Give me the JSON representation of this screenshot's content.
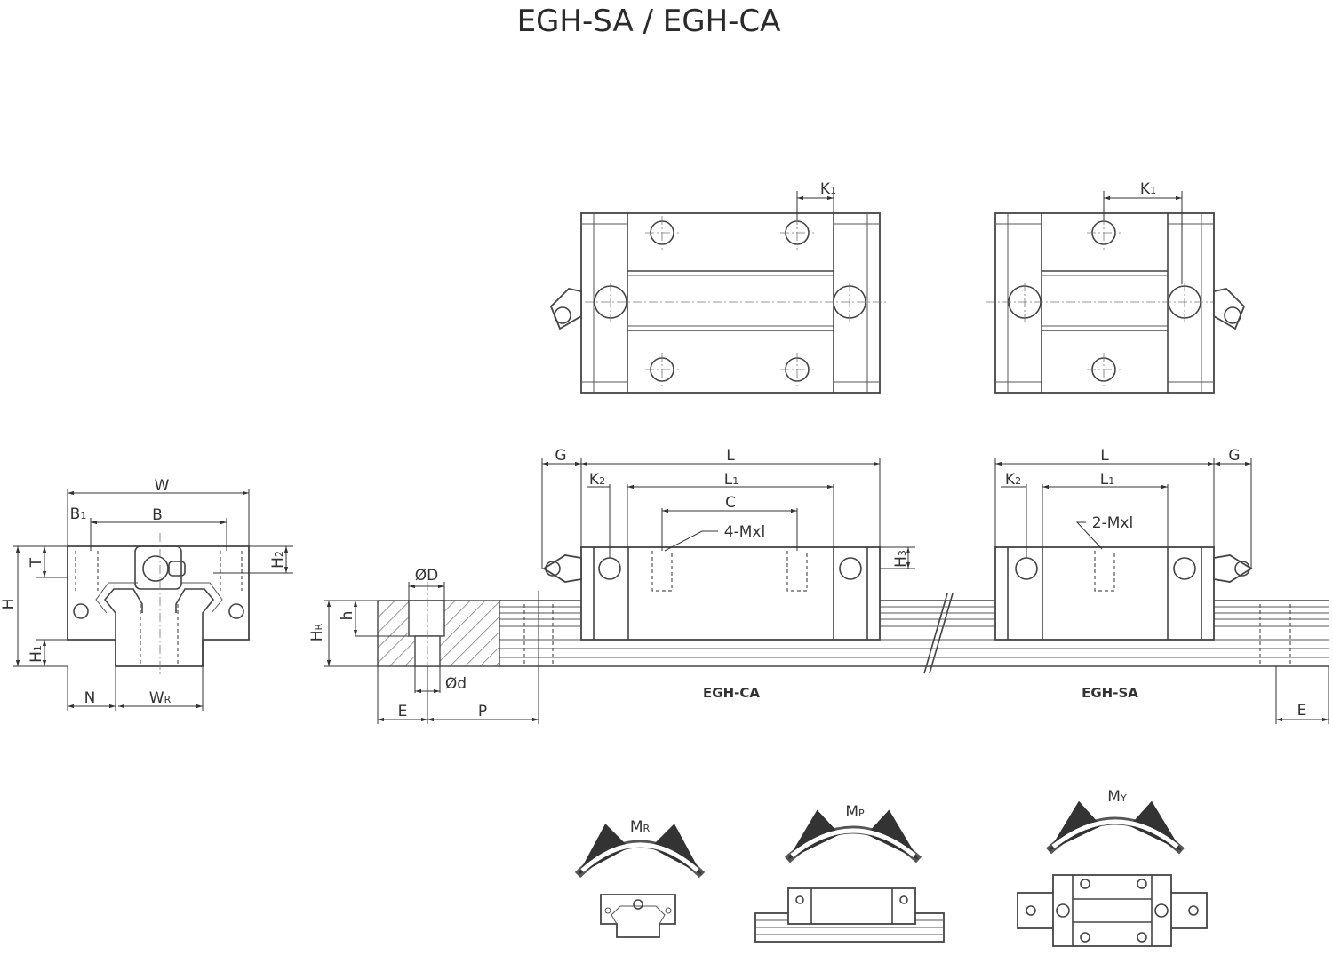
{
  "title": "EGH-SA / EGH-CA",
  "top_view_ca": {
    "k1": {
      "main": "K",
      "sub": "1"
    }
  },
  "top_view_sa": {
    "k1": {
      "main": "K",
      "sub": "1"
    }
  },
  "front_view": {
    "w": "W",
    "b1": {
      "main": "B",
      "sub": "1"
    },
    "b": "B",
    "t": "T",
    "h2": {
      "main": "H",
      "sub": "2"
    },
    "h": "H",
    "h1": {
      "main": "H",
      "sub": "1"
    },
    "n": "N",
    "wr": {
      "main": "W",
      "sub": "R"
    }
  },
  "rail_section": {
    "od_large": "ØD",
    "h_small": "h",
    "hr": {
      "main": "H",
      "sub": "R"
    },
    "od_small": "Ød",
    "e": "E",
    "p": "P"
  },
  "side_view_ca": {
    "g": "G",
    "l": "L",
    "k2": {
      "main": "K",
      "sub": "2"
    },
    "l1": {
      "main": "L",
      "sub": "1"
    },
    "c": "C",
    "screws": "4-Mxl",
    "h3": {
      "main": "H",
      "sub": "3"
    },
    "caption": "EGH-CA"
  },
  "side_view_sa": {
    "l": "L",
    "g": "G",
    "k2": {
      "main": "K",
      "sub": "2"
    },
    "l1": {
      "main": "L",
      "sub": "1"
    },
    "screws": "2-Mxl",
    "caption": "EGH-SA",
    "e": "E"
  },
  "moments": {
    "mr": {
      "main": "M",
      "sub": "R"
    },
    "mp": {
      "main": "M",
      "sub": "P"
    },
    "my": {
      "main": "M",
      "sub": "Y"
    }
  }
}
